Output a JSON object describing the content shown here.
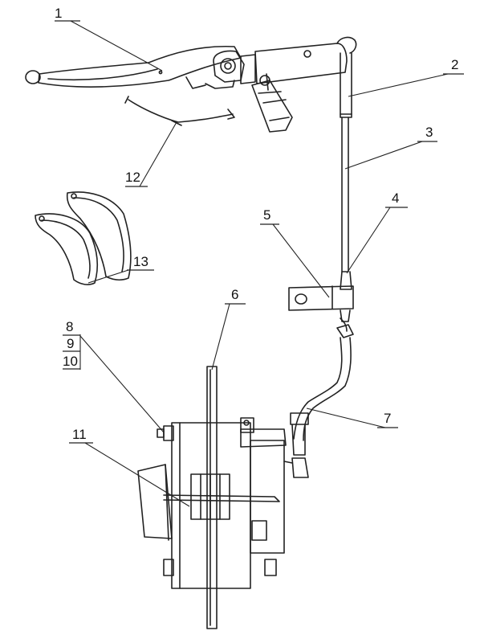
{
  "callouts": [
    {
      "id": "1",
      "text": "1"
    },
    {
      "id": "2",
      "text": "2"
    },
    {
      "id": "3",
      "text": "3"
    },
    {
      "id": "4",
      "text": "4"
    },
    {
      "id": "5",
      "text": "5"
    },
    {
      "id": "6",
      "text": "6"
    },
    {
      "id": "7",
      "text": "7"
    },
    {
      "id": "8",
      "text": "8"
    },
    {
      "id": "9",
      "text": "9"
    },
    {
      "id": "10",
      "text": "10"
    },
    {
      "id": "11",
      "text": "11"
    },
    {
      "id": "12",
      "text": "12"
    },
    {
      "id": "13",
      "text": "13"
    }
  ],
  "icons": [
    "brake-lever-icon",
    "master-cylinder-icon",
    "brake-hose-icon",
    "caliper-icon",
    "brake-disc-icon",
    "brake-pads-icon",
    "brake-switch-icon"
  ]
}
